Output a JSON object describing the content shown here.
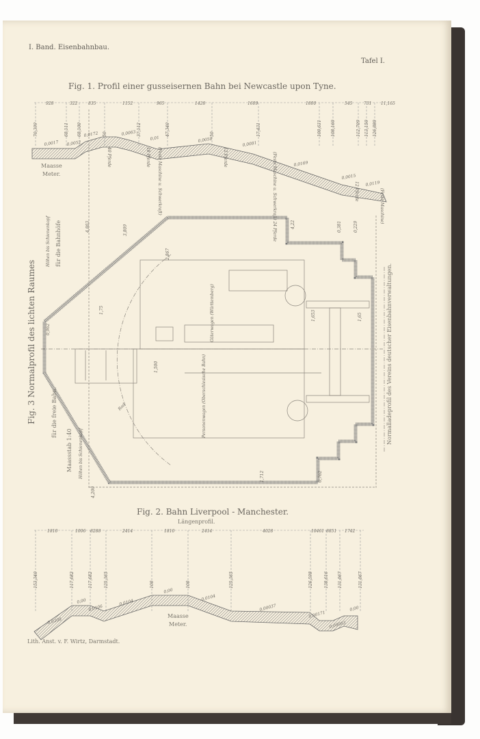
{
  "header": {
    "left": "I. Band. Eisenbahnbau.",
    "right": "Tafel I."
  },
  "fig1": {
    "title": "Fig. 1. Profil einer gusseisernen Bahn bei Newcastle upon Tyne.",
    "distances": [
      "928",
      "322",
      "835",
      "1152",
      "965",
      "1428",
      "1609",
      "1800",
      "545",
      "731",
      "11,165"
    ],
    "heights": [
      "70,399",
      "68,111",
      "68,100",
      "50",
      "37,112",
      "47,340",
      "50",
      "17,431",
      "100,631",
      "108,160",
      "112,709",
      "113,150",
      "126,880"
    ],
    "grades": [
      "0,0017",
      "0,0052",
      "0,0172",
      "0,0063",
      "0,01",
      "0,0058",
      "0,0081",
      "0,0169",
      "0,0015",
      "0,0119"
    ],
    "stations": [
      "40 Pferde",
      "18 Pferde",
      "(Feste Maschine u. Schwerkraft)",
      "12 Pferde",
      "(Feste Maschine u. Schwerkraft) 24 Pferde",
      "12 Pferde",
      "(Feste Maschine)"
    ],
    "scale": [
      "Maasse",
      "Meter."
    ]
  },
  "fig3": {
    "title": "Fig. 3 Normalprofil des lichten Raumes",
    "free": "für die freie Bahn.",
    "stations": "für die Bahnhöfe",
    "heights_label_top": "Höhen bis Schienenkopf",
    "heights_label_bottom": "Höhen bis Schienenkopf",
    "scale": "Maassstab 1:40",
    "right_legend": "Normalladeprofil des Vereins deutscher Eisenbahnverwaltungen.",
    "wagon1": "Güterwagen (Württemberg)",
    "wagon2": "Personenwagen (Oberschlesische Bahn)",
    "wheel": "Rad",
    "dims": [
      "4,803",
      "3,809",
      "2,867",
      "1,75",
      "0,962",
      "4,200",
      "1,500",
      "4,22",
      "0,381",
      "0,229",
      "1,653",
      "1,65",
      "1,712",
      "0,762"
    ]
  },
  "fig2": {
    "title": "Fig. 2. Bahn Liverpool - Manchester.",
    "subtitle": "Längenprofil.",
    "distances": [
      "1810",
      "1006",
      "8288",
      "2414",
      "1810",
      "2414",
      "4028",
      "10461",
      "8851",
      "1742"
    ],
    "heights": [
      "153,340",
      "117,682",
      "117,682",
      "125,365",
      "100",
      "100",
      "125,365",
      "126,598",
      "138,616",
      "131,067",
      "131,067"
    ],
    "grades": [
      "0,0208",
      "0,00",
      "0,0106",
      "0,0104",
      "0,00",
      "0,0104",
      "0,00037",
      "0,00171",
      "0,00083",
      "0,00"
    ],
    "scale": [
      "Maasse",
      "Meter."
    ]
  },
  "imprint": "Lith. Anst. v. F. Wirtz, Darmstadt."
}
